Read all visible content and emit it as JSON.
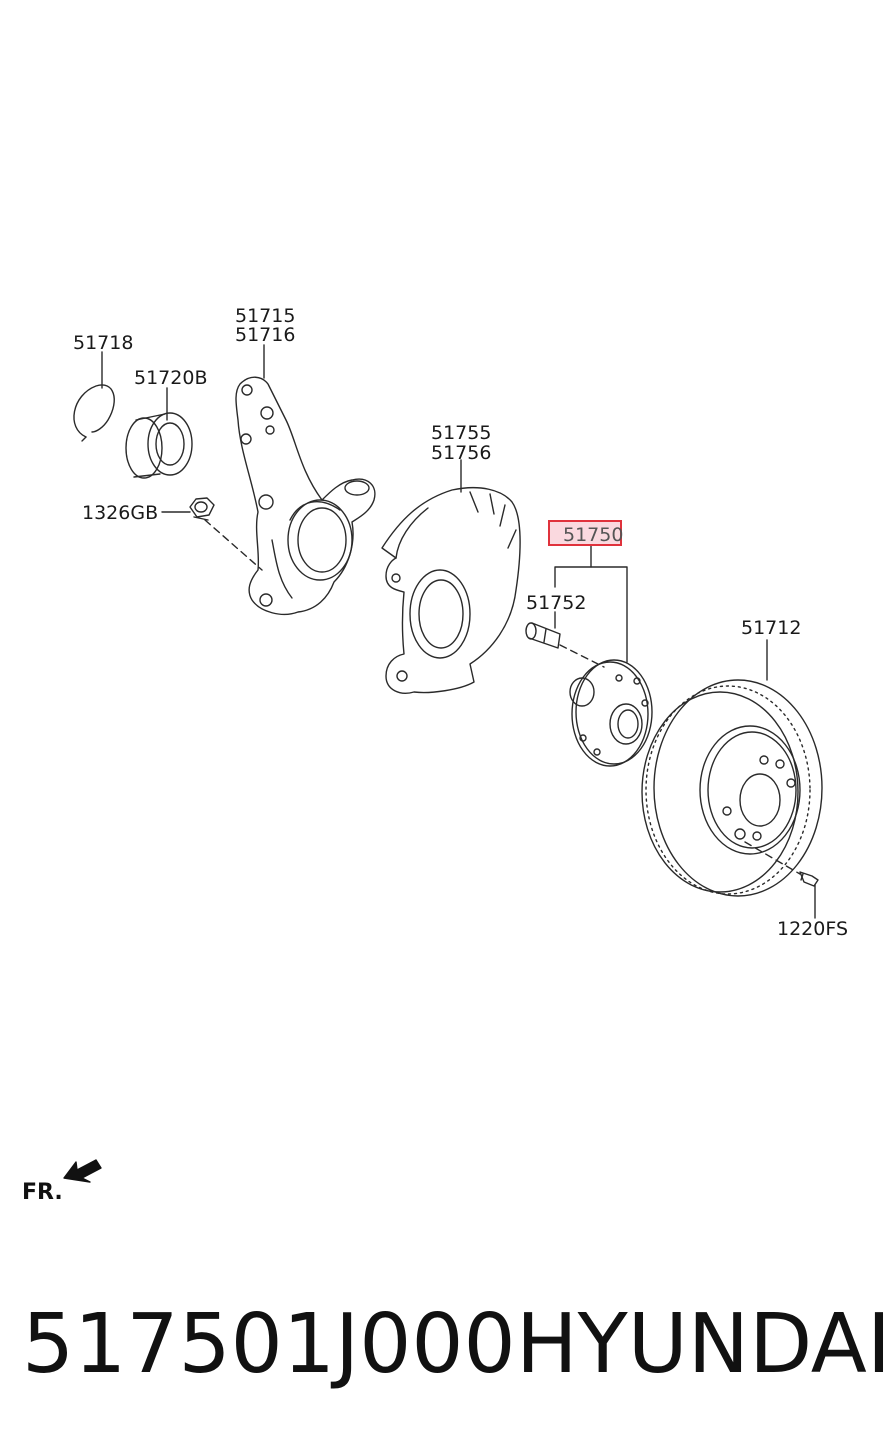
{
  "labels": {
    "snap_ring": "51718",
    "bearing": "51720B",
    "knuckle_a": "51715",
    "knuckle_b": "51716",
    "nut": "1326GB",
    "dust_cover_a": "51755",
    "dust_cover_b": "51756",
    "hub_assy": "51750",
    "hub_bolt": "51752",
    "disc": "51712",
    "disc_screw": "1220FS"
  },
  "front_indicator": "FR.",
  "footer": {
    "part_number": "517501J000",
    "brand": "HYUNDAI"
  },
  "colors": {
    "line": "#2a2a2a",
    "highlight_border": "#e0323c",
    "highlight_fill": "#f3b6c0"
  }
}
